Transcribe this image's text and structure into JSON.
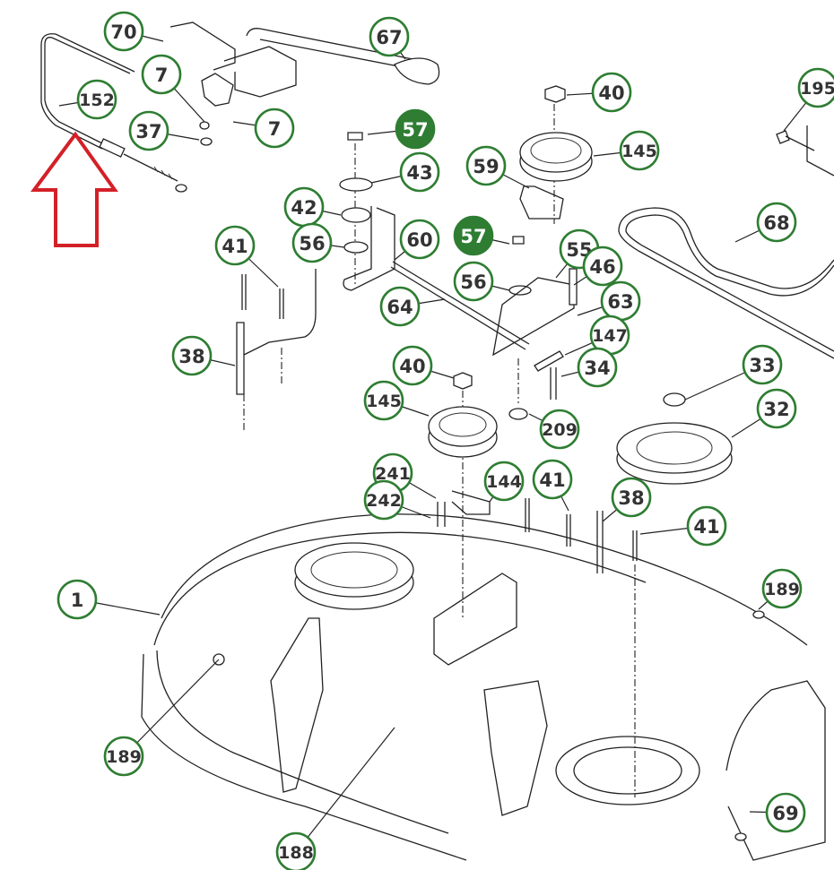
{
  "diagram": {
    "title": "Mower deck parts diagram",
    "accent_color": "#2e7d32",
    "highlight_color": "#d32027",
    "highlight": {
      "type": "arrow-up",
      "points_to_part": "152"
    },
    "callouts": [
      {
        "id": "70",
        "label": "70",
        "filled": false
      },
      {
        "id": "67",
        "label": "67",
        "filled": false
      },
      {
        "id": "7a",
        "label": "7",
        "filled": false
      },
      {
        "id": "152",
        "label": "152",
        "filled": false
      },
      {
        "id": "37",
        "label": "37",
        "filled": false
      },
      {
        "id": "7b",
        "label": "7",
        "filled": false
      },
      {
        "id": "57a",
        "label": "57",
        "filled": true
      },
      {
        "id": "43",
        "label": "43",
        "filled": false
      },
      {
        "id": "40a",
        "label": "40",
        "filled": false
      },
      {
        "id": "145a",
        "label": "145",
        "filled": false
      },
      {
        "id": "195",
        "label": "195",
        "filled": false
      },
      {
        "id": "59",
        "label": "59",
        "filled": false
      },
      {
        "id": "42",
        "label": "42",
        "filled": false
      },
      {
        "id": "56a",
        "label": "56",
        "filled": false
      },
      {
        "id": "60",
        "label": "60",
        "filled": false
      },
      {
        "id": "57b",
        "label": "57",
        "filled": true
      },
      {
        "id": "68",
        "label": "68",
        "filled": false
      },
      {
        "id": "55",
        "label": "55",
        "filled": false
      },
      {
        "id": "46",
        "label": "46",
        "filled": false
      },
      {
        "id": "41a",
        "label": "41",
        "filled": false
      },
      {
        "id": "56b",
        "label": "56",
        "filled": false
      },
      {
        "id": "64",
        "label": "64",
        "filled": false
      },
      {
        "id": "63",
        "label": "63",
        "filled": false
      },
      {
        "id": "147",
        "label": "147",
        "filled": false
      },
      {
        "id": "38a",
        "label": "38",
        "filled": false
      },
      {
        "id": "40b",
        "label": "40",
        "filled": false
      },
      {
        "id": "34",
        "label": "34",
        "filled": false
      },
      {
        "id": "33",
        "label": "33",
        "filled": false
      },
      {
        "id": "145b",
        "label": "145",
        "filled": false
      },
      {
        "id": "32",
        "label": "32",
        "filled": false
      },
      {
        "id": "209",
        "label": "209",
        "filled": false
      },
      {
        "id": "241",
        "label": "241",
        "filled": false
      },
      {
        "id": "144",
        "label": "144",
        "filled": false
      },
      {
        "id": "41b",
        "label": "41",
        "filled": false
      },
      {
        "id": "242",
        "label": "242",
        "filled": false
      },
      {
        "id": "38b",
        "label": "38",
        "filled": false
      },
      {
        "id": "41c",
        "label": "41",
        "filled": false
      },
      {
        "id": "1",
        "label": "1",
        "filled": false
      },
      {
        "id": "189a",
        "label": "189",
        "filled": false
      },
      {
        "id": "189b",
        "label": "189",
        "filled": false
      },
      {
        "id": "69",
        "label": "69",
        "filled": false
      },
      {
        "id": "188",
        "label": "188",
        "filled": false
      }
    ]
  }
}
